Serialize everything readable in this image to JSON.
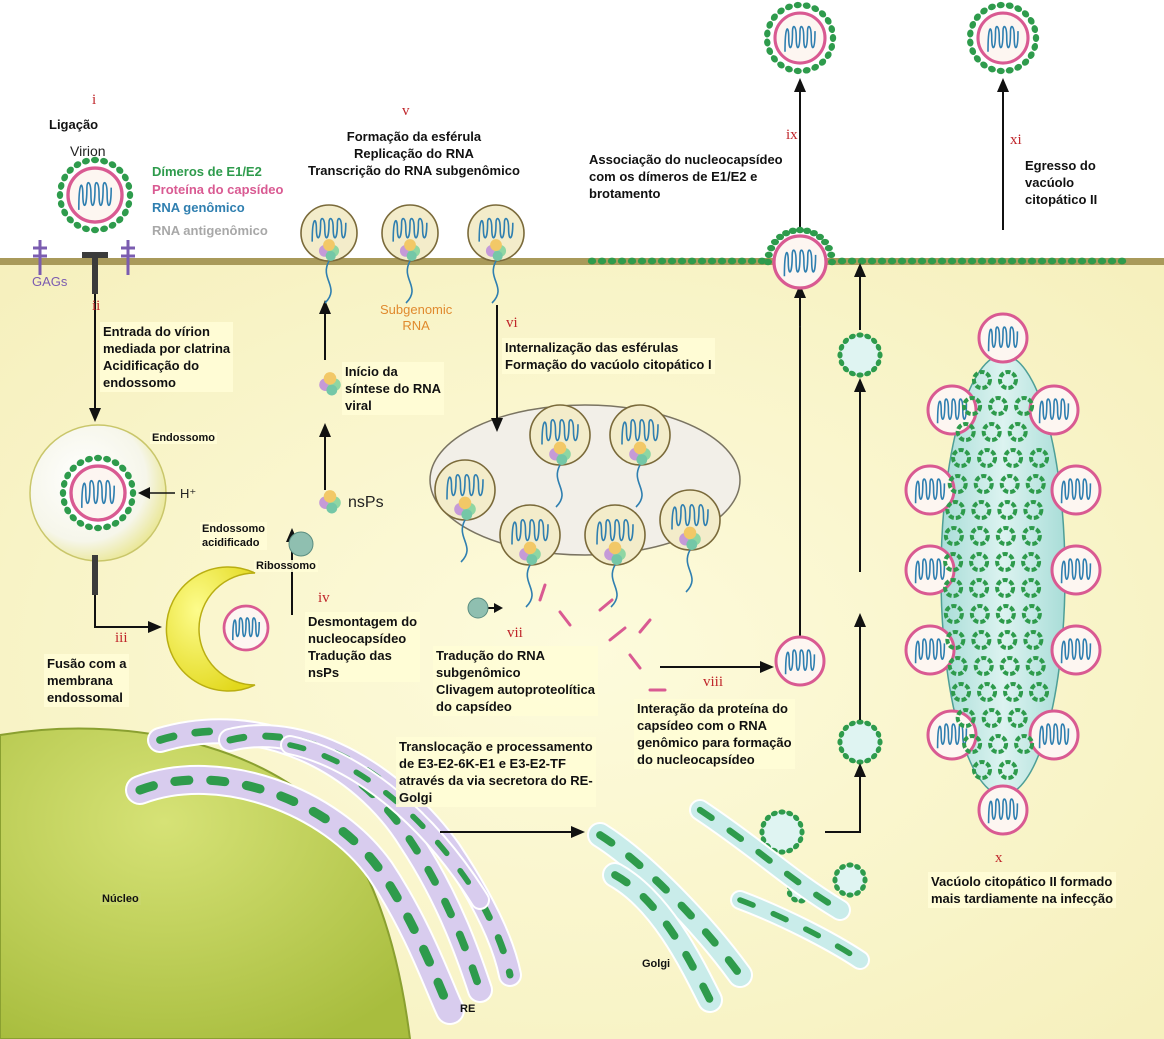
{
  "colors": {
    "cytoplasm": "#fbf8d2",
    "envelope": "#2e9b4c",
    "capsid": "#d95a92",
    "genome": "#2f7fb0",
    "er": "#d8ccee",
    "golgi": "#c9ecea",
    "nucleus": "#bdcf5a",
    "step_number": "#c0262b"
  },
  "steps": {
    "i": {
      "num": "i",
      "text": "Ligação"
    },
    "ii": {
      "num": "ii",
      "text": "Entrada do vírion\nmediada por clatrina\nAcidificação do\nendossomo"
    },
    "iii": {
      "num": "iii",
      "text": "Fusão com a\nmembrana\nendossomal"
    },
    "iv": {
      "num": "iv",
      "text": "Desmontagem do\nnucleocapsídeo\nTradução das\nnsPs"
    },
    "v": {
      "num": "v",
      "text": "Formação da esférula\nReplicação do RNA\nTranscrição do RNA subgenômico"
    },
    "vi": {
      "num": "vi",
      "text": "Internalização das esférulas\nFormação do vacúolo citopático I"
    },
    "vii": {
      "num": "vii",
      "text": "Tradução do RNA\nsubgenômico\nClivagem autoproteolítica\ndo capsídeo"
    },
    "viii": {
      "num": "viii",
      "text": "Interação da proteína do\ncapsídeo com o RNA\ngenômico para formação\ndo nucleocapsídeo"
    },
    "ix": {
      "num": "ix",
      "text": "Associação do nucleocapsídeo\ncom os dímeros de E1/E2 e\nbrotamento"
    },
    "x": {
      "num": "x",
      "text": "Vacúolo citopático II formado\nmais tardiamente na infecção"
    },
    "xi": {
      "num": "xi",
      "text": "Egresso do\nvacúolo\ncitopático II"
    }
  },
  "labels": {
    "virion": "Virion",
    "legend_e1e2": "Dímeros de E1/E2",
    "legend_capsid": "Proteína do capsídeo",
    "legend_rna_gen": "RNA genômico",
    "legend_rna_anti": "RNA antigenômico",
    "gags": "GAGs",
    "endossomo": "Endossomo",
    "h_plus": "H⁺",
    "endossomo_acid": "Endossomo\nacidificado",
    "ribossomo": "Ribossomo",
    "nsps": "nsPs",
    "inicio_sintese": "Início da\nsíntese do RNA\nviral",
    "subgenomic": "Subgenomic\nRNA",
    "translocacao": "Translocação e processamento\nde E3-E2-6K-E1 e E3-E2-TF\natravés da via secretora do RE-\nGolgi",
    "nucleo": "Núcleo",
    "re": "RE",
    "golgi": "Golgi"
  }
}
